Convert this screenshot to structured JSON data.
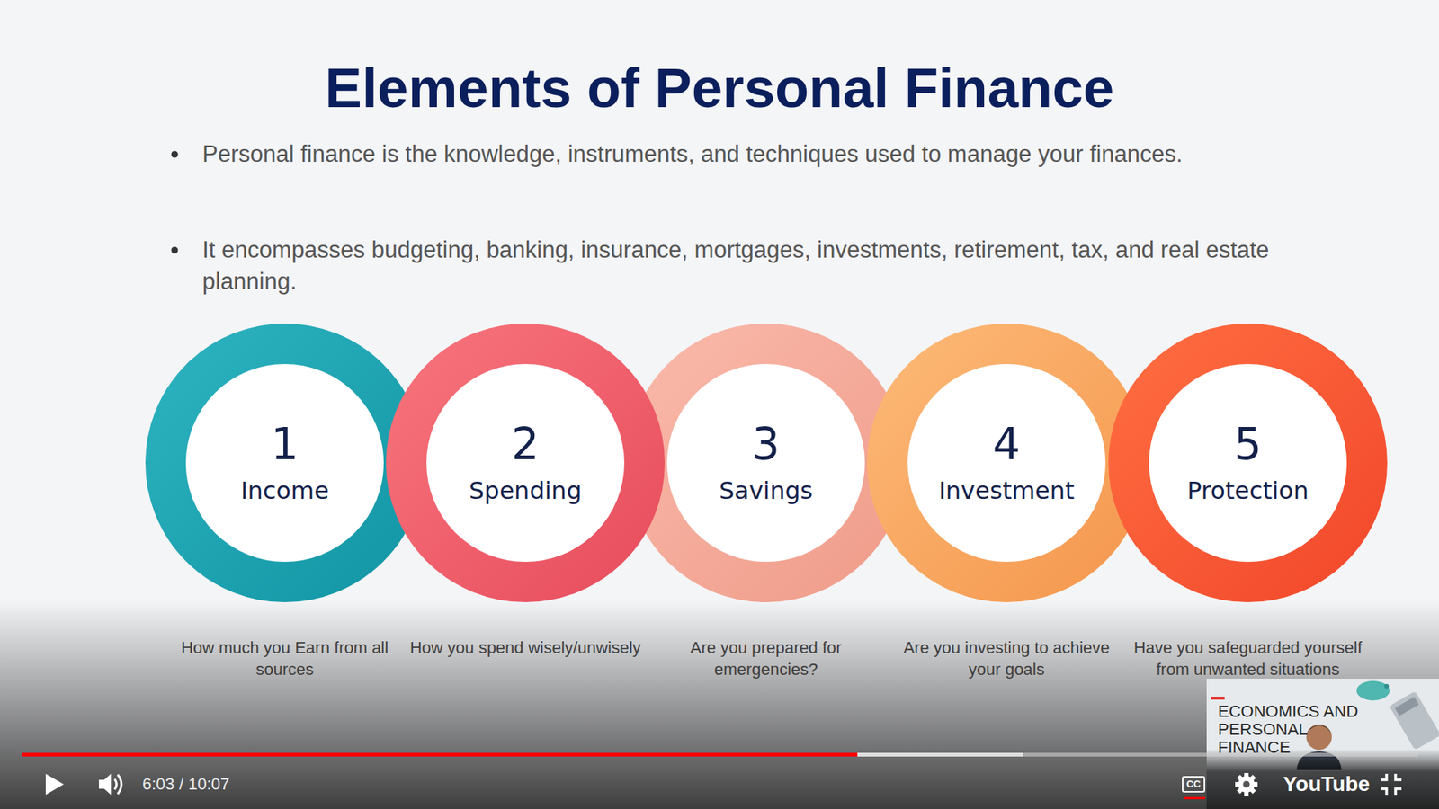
{
  "diagram": {
    "title": "Elements of Personal Finance",
    "nodes": [
      {
        "text": [
          "1",
          "Income",
          "How much you Earn from all sources"
        ]
      },
      {
        "text": [
          "2",
          "Spending",
          "How you spend wisely/unwisely"
        ]
      },
      {
        "text": [
          "3",
          "Savings",
          "Are you prepared for emergencies?"
        ]
      },
      {
        "text": [
          "4",
          "Investment",
          "Are you investing to achieve your goals"
        ]
      },
      {
        "text": [
          "5",
          "Protection",
          "Have you safeguarded yourself from unwanted situations"
        ]
      }
    ],
    "labels": [
      "Personal finance is the knowledge, instruments, and techniques used to manage your finances.",
      "It encompasses budgeting, banking, insurance, mortgages, investments, retirement, tax, and real estate planning.",
      "6:03 / 10:07",
      "CC",
      "YouTube",
      "ECONOMICS AND PERSONAL FINANCE"
    ]
  }
}
